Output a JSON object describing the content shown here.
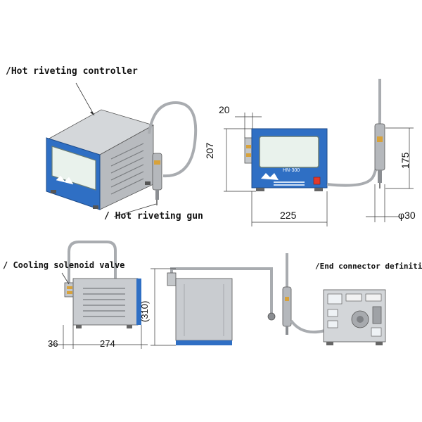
{
  "labels": {
    "controller": "/Hot riveting controller",
    "gun": "/ Hot riveting gun",
    "valve": "/ Cooling solenoid valve",
    "end_connector": "/End connector definition"
  },
  "dimensions": {
    "d20": "20",
    "d207": "207",
    "d175": "175",
    "d225": "225",
    "phi30": "φ30",
    "d310": "(310)",
    "d36": "36",
    "d274": "274"
  },
  "panel_text": {
    "model": "HN-300"
  },
  "colors": {
    "frame_blue": "#2f6fc4",
    "body_gray": "#c9ccd0",
    "screen_bg": "#e9f2ec",
    "screen_border": "#6a7d74",
    "switch_red": "#e23a2a",
    "hose_gray": "#a9acb0",
    "line": "#333333"
  }
}
